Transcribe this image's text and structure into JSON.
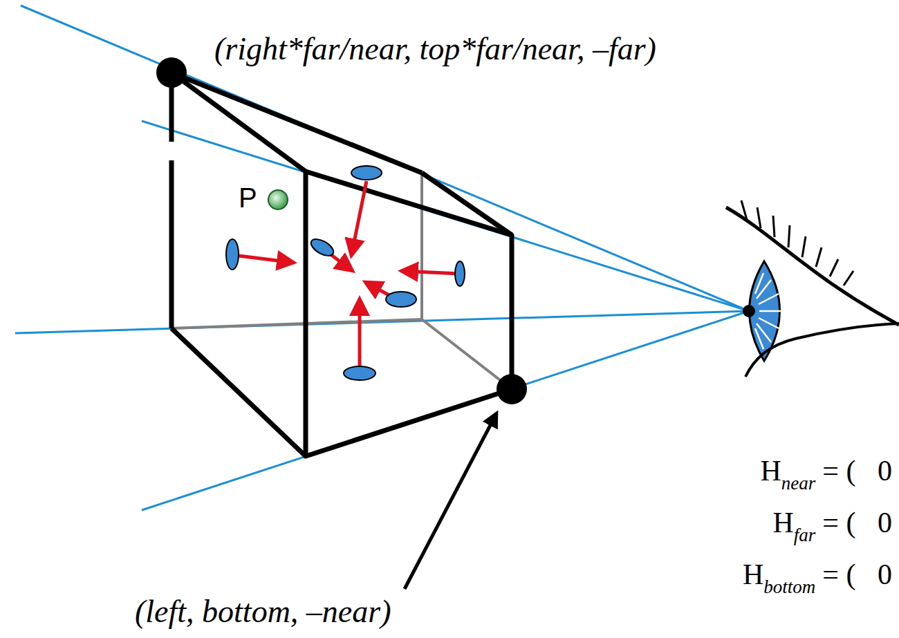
{
  "diagram": {
    "labels": [
      "(right*far/near, top*far/near, –far)",
      "P",
      "(left, bottom, –near)",
      "H",
      "near",
      "= (   0",
      "H",
      "far",
      "= (   0",
      "H",
      "bottom",
      "= (   0"
    ]
  }
}
